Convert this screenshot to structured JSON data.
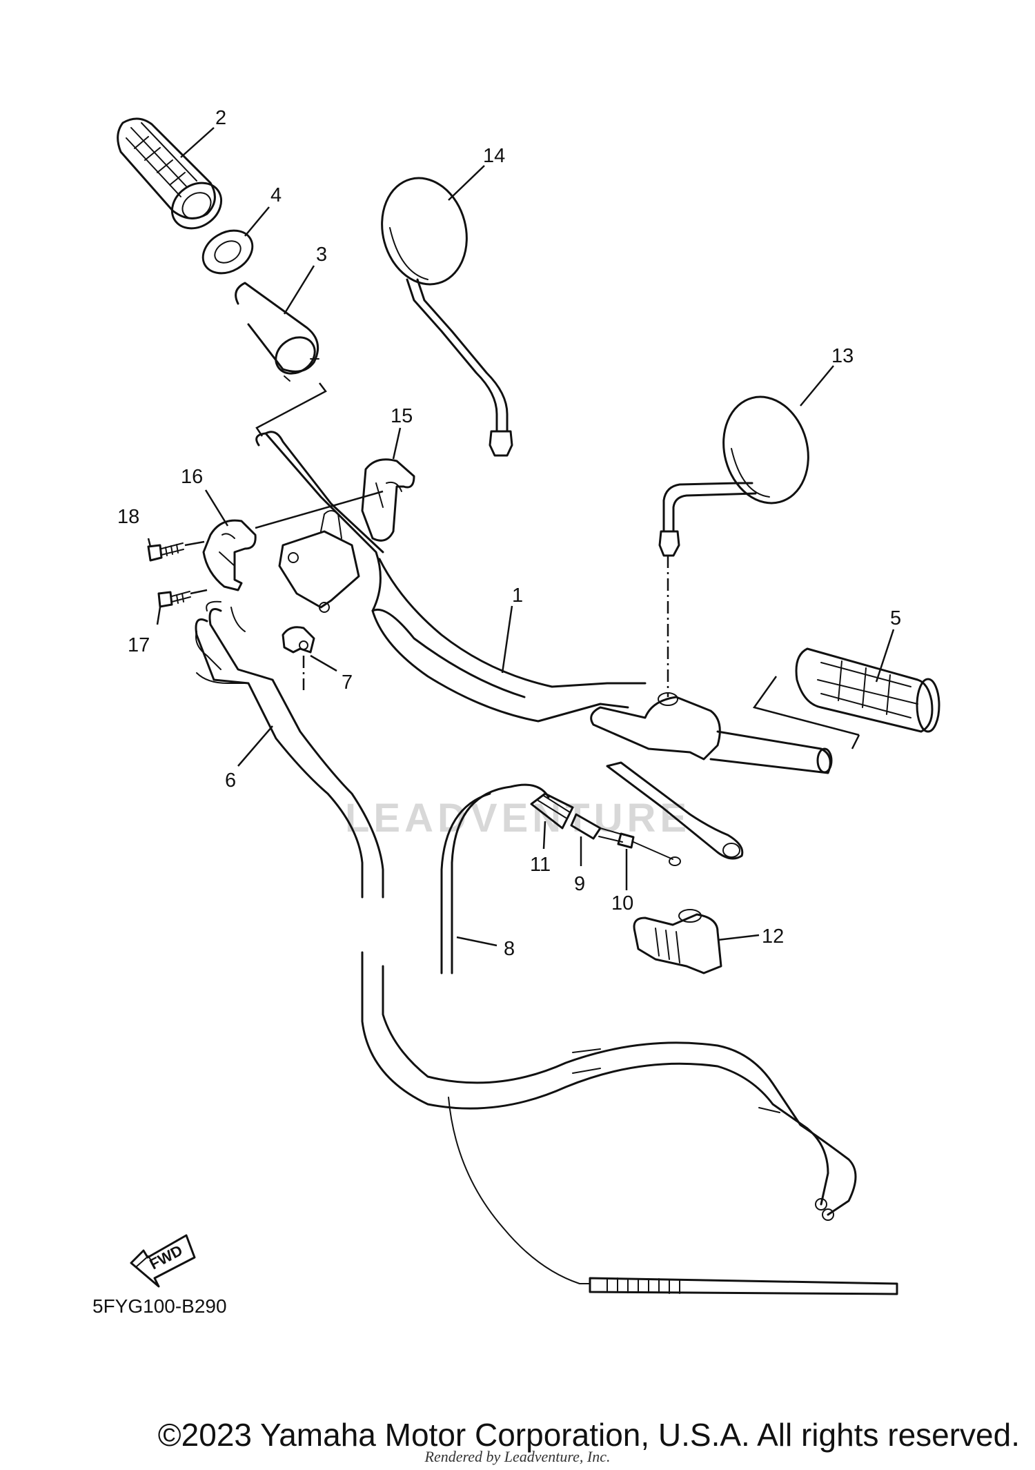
{
  "diagram": {
    "code": "5FYG100-B290",
    "fwd_label": "FWD",
    "watermark": "LEADVENTURE",
    "callouts": {
      "p1": "1",
      "p2": "2",
      "p3": "3",
      "p4": "4",
      "p5": "5",
      "p6": "6",
      "p7": "7",
      "p8": "8",
      "p9": "9",
      "p10": "10",
      "p11": "11",
      "p12": "12",
      "p13": "13",
      "p14": "14",
      "p15": "15",
      "p16": "16",
      "p17": "17",
      "p18": "18"
    }
  },
  "footer": {
    "copyright": "©2023 Yamaha Motor Corporation, U.S.A. All rights reserved.",
    "rendered_by": "Rendered by Leadventure, Inc."
  }
}
